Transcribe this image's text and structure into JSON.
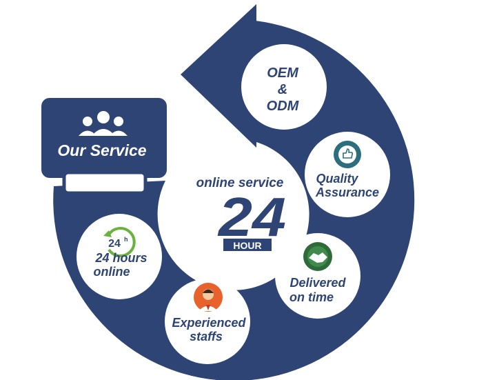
{
  "colors": {
    "navy": "#2e4475",
    "white": "#ffffff",
    "icon_teal": "#2d6e7e",
    "icon_green": "#2e6b3a",
    "icon_orange": "#e8622b",
    "clock_green": "#6ab23e"
  },
  "header": {
    "title": "Our Service"
  },
  "center": {
    "line1": "online service",
    "big_number": "24",
    "badge": "HOUR"
  },
  "nodes": {
    "oem": {
      "line1": "OEM",
      "line2": "&",
      "line3": "ODM"
    },
    "quality": {
      "line1": "Quality",
      "line2": "Assurance",
      "icon": "thumbs-up-icon"
    },
    "delivered": {
      "line1": "Delivered",
      "line2": "on time",
      "icon": "handshake-icon"
    },
    "staffs": {
      "line1": "Experienced",
      "line2": "staffs",
      "icon": "staff-person-icon"
    },
    "online": {
      "line1": "24 hours",
      "line2": "online",
      "icon_text": "24",
      "icon_sup": "h",
      "icon": "clock-24-icon"
    }
  }
}
